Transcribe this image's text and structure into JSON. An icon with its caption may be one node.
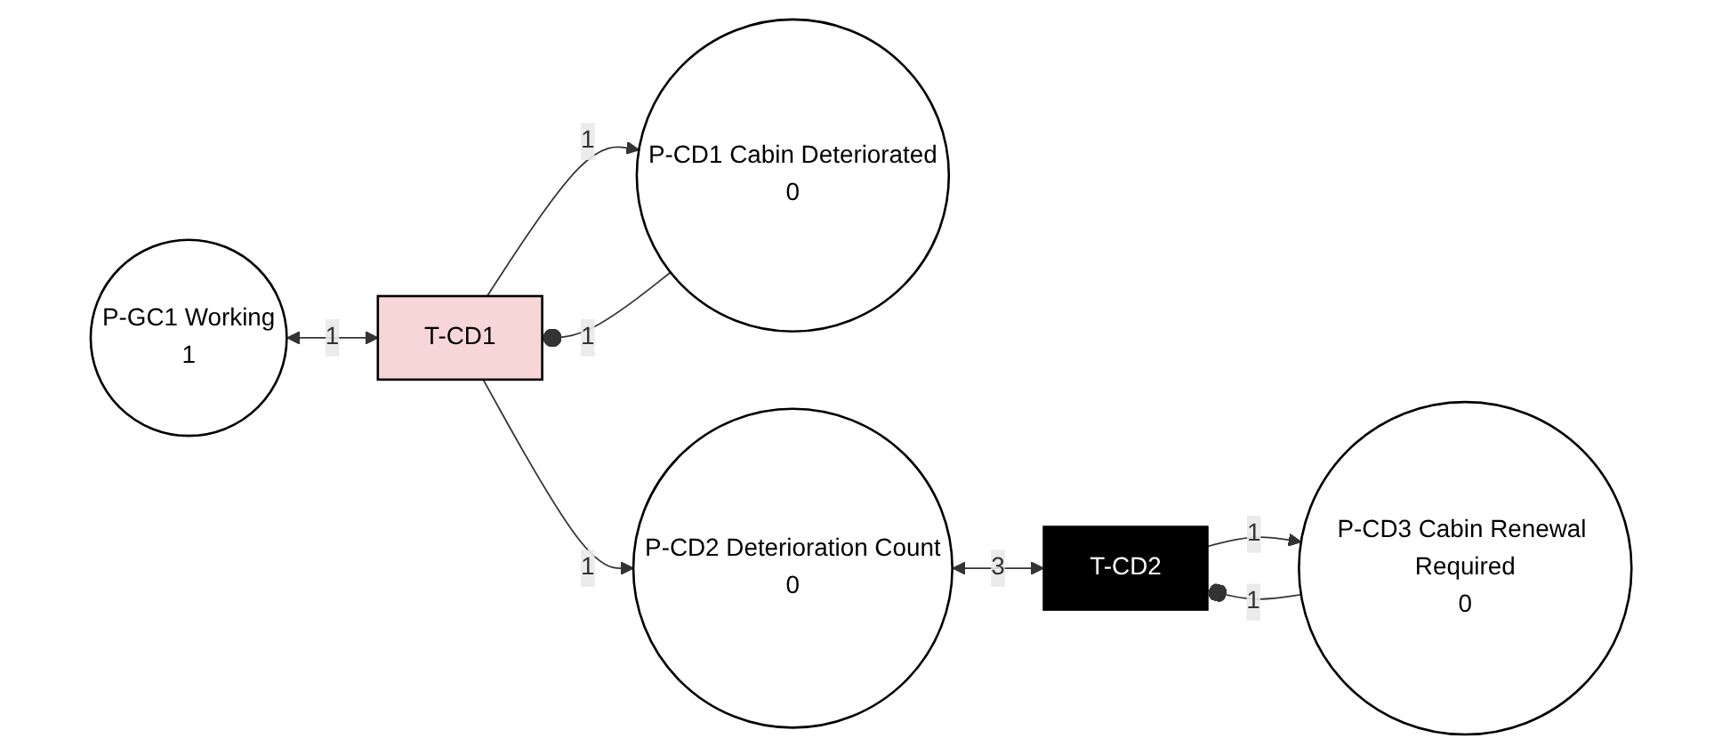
{
  "diagram": {
    "nodes": [
      {
        "text": [
          "P-GC1 Working",
          "1"
        ]
      },
      {
        "text": [
          "T-CD1"
        ]
      },
      {
        "text": [
          "P-CD1 Cabin Deteriorated",
          "0"
        ]
      },
      {
        "text": [
          "P-CD2 Deterioration Count",
          "0"
        ]
      },
      {
        "text": [
          "T-CD2"
        ]
      },
      {
        "text": [
          "P-CD3 Cabin Renewal Required",
          "0"
        ]
      }
    ],
    "edges": [
      {
        "from": 0,
        "to": 1,
        "arrow": "both",
        "label": "1"
      },
      {
        "from": 2,
        "to": 1,
        "arrow": "other",
        "label": "1"
      },
      {
        "from": 1,
        "to": 2,
        "arrow": "to",
        "label": "1"
      },
      {
        "from": 1,
        "to": 3,
        "arrow": "to",
        "label": "1"
      },
      {
        "from": 3,
        "to": 4,
        "arrow": "both",
        "label": "3"
      },
      {
        "from": 4,
        "to": 5,
        "arrow": "to",
        "label": "1"
      },
      {
        "from": 5,
        "to": 4,
        "arrow": "other",
        "label": "1"
      }
    ]
  }
}
